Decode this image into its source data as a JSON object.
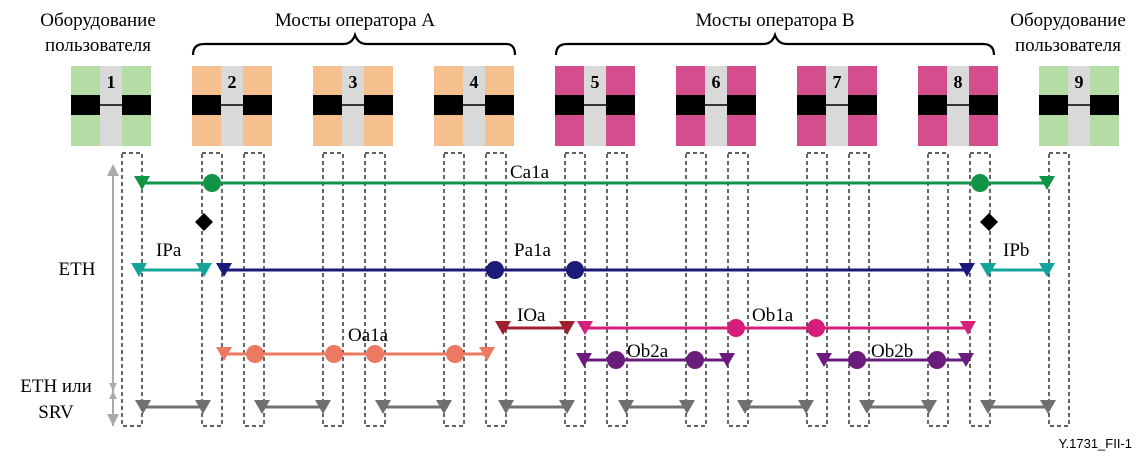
{
  "headers": {
    "user_left_line1": "Оборудование",
    "user_left_line2": "пользователя",
    "operator_a": "Мосты оператора A",
    "operator_b": "Мосты оператора B",
    "user_right_line1": "Оборудование",
    "user_right_line2": "пользователя"
  },
  "bridges": [
    {
      "id": "1",
      "group": "user"
    },
    {
      "id": "2",
      "group": "a"
    },
    {
      "id": "3",
      "group": "a"
    },
    {
      "id": "4",
      "group": "a"
    },
    {
      "id": "5",
      "group": "b"
    },
    {
      "id": "6",
      "group": "b"
    },
    {
      "id": "7",
      "group": "b"
    },
    {
      "id": "8",
      "group": "b"
    },
    {
      "id": "9",
      "group": "user"
    }
  ],
  "colors": {
    "user": "#b4dca4",
    "operator_a": "#f5c08e",
    "operator_b": "#d44e8e",
    "center": "#d9d9d9",
    "bar": "#000000",
    "green": "#0f9448",
    "teal": "#14a49a",
    "navy": "#1c1a7a",
    "salmon": "#ec7a62",
    "darkred": "#a02030",
    "magenta": "#d4207a",
    "purple": "#6a1c7c",
    "gray": "#707070"
  },
  "levels": {
    "eth": "ETH",
    "eth_or_srv_line1": "ETH или",
    "eth_or_srv_line2": "SRV"
  },
  "segments": {
    "ca1a": "Ca1a",
    "ipa": "IPa",
    "pa1a": "Pa1a",
    "ipb": "IPb",
    "ioa": "IOa",
    "oa1a": "Oa1a",
    "ob1a": "Ob1a",
    "ob2a": "Ob2a",
    "ob2b": "Ob2b"
  },
  "figure_id": "Y.1731_FII-1"
}
